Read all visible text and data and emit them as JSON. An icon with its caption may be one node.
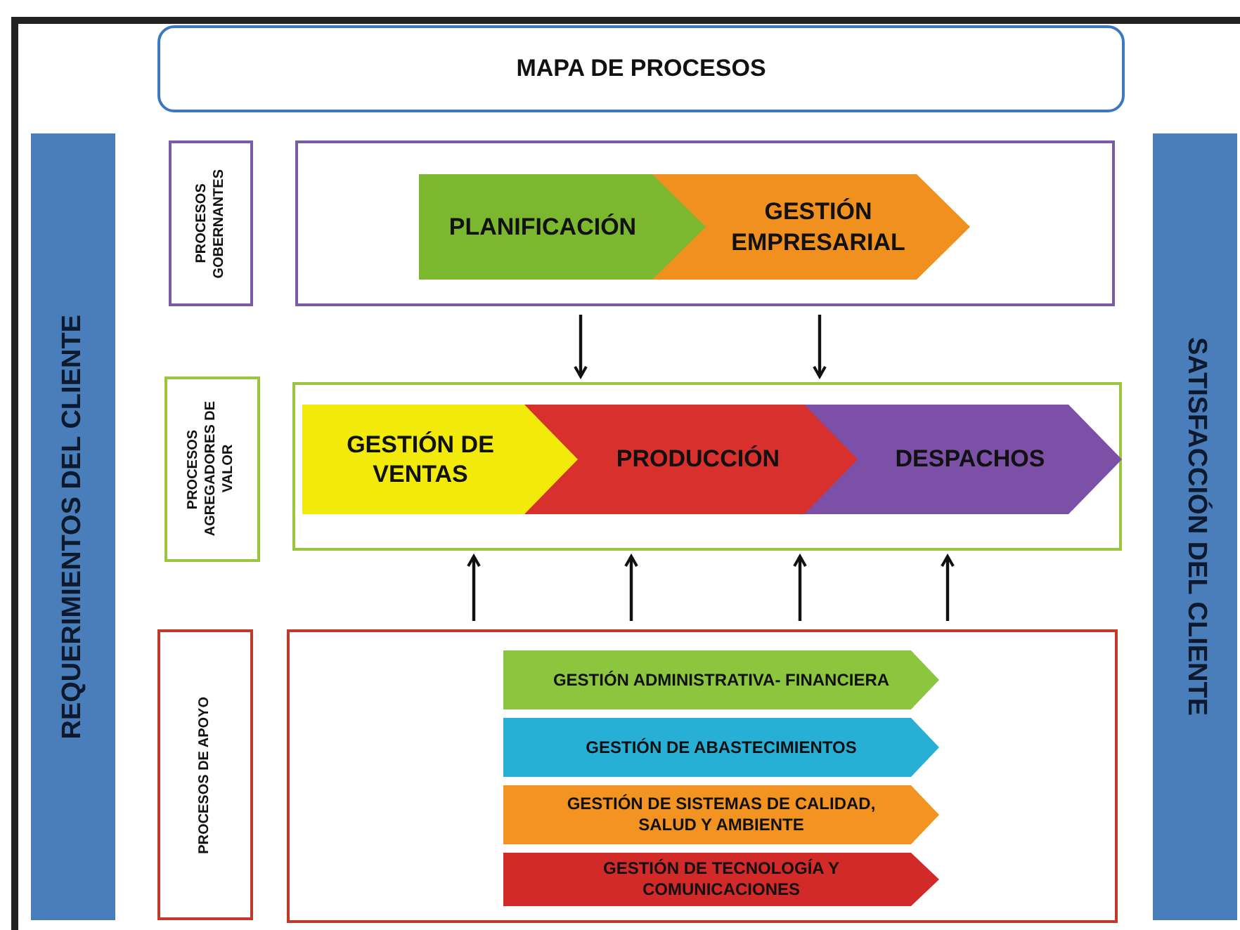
{
  "diagram": {
    "nodes": [
      {
        "text": [
          "MAPA DE PROCESOS"
        ]
      },
      {
        "text": [
          "REQUERIMIENTOS DEL CLIENTE"
        ]
      },
      {
        "text": [
          "PROCESOS GOBERNANTES"
        ]
      },
      {
        "text": [],
        "shape": "box"
      },
      {
        "text": [
          "PLANIFICACIÓN"
        ],
        "in": 3
      },
      {
        "text": [
          "GESTIÓN EMPRESARIAL"
        ],
        "in": 3
      },
      {
        "text": [
          "PROCESOS AGREGADORES DE VALOR"
        ]
      },
      {
        "text": [],
        "shape": "box"
      },
      {
        "text": [
          "GESTIÓN DE VENTAS"
        ],
        "in": 7
      },
      {
        "text": [
          "PRODUCCIÓN"
        ],
        "in": 7
      },
      {
        "text": [
          "DESPACHOS"
        ],
        "in": 7
      },
      {
        "text": [
          "PROCESOS DE APOYO"
        ]
      },
      {
        "text": [],
        "shape": "box"
      },
      {
        "text": [
          "GESTIÓN ADMINISTRATIVA- FINANCIERA"
        ],
        "in": 12
      },
      {
        "text": [
          "GESTIÓN  DE ABASTECIMIENTOS"
        ],
        "in": 12
      },
      {
        "text": [
          "GESTIÓN  DE  SISTEMAS DE CALIDAD, SALUD Y AMBIENTE"
        ],
        "in": 12
      },
      {
        "text": [
          "GESTIÓN  DE TECNOLOGÍA Y COMUNICACIONES"
        ],
        "in": 12
      },
      {
        "text": [
          "SATISFACCIÓN DEL CLIENTE"
        ]
      }
    ],
    "edges": [
      {
        "from": 3,
        "to": 7,
        "arrow": "to"
      },
      {
        "from": 3,
        "to": 7,
        "arrow": "to"
      },
      {
        "from": 12,
        "to": 7,
        "arrow": "to"
      },
      {
        "from": 12,
        "to": 7,
        "arrow": "to"
      },
      {
        "from": 12,
        "to": 7,
        "arrow": "to"
      },
      {
        "from": 12,
        "to": 7,
        "arrow": "to"
      }
    ]
  }
}
